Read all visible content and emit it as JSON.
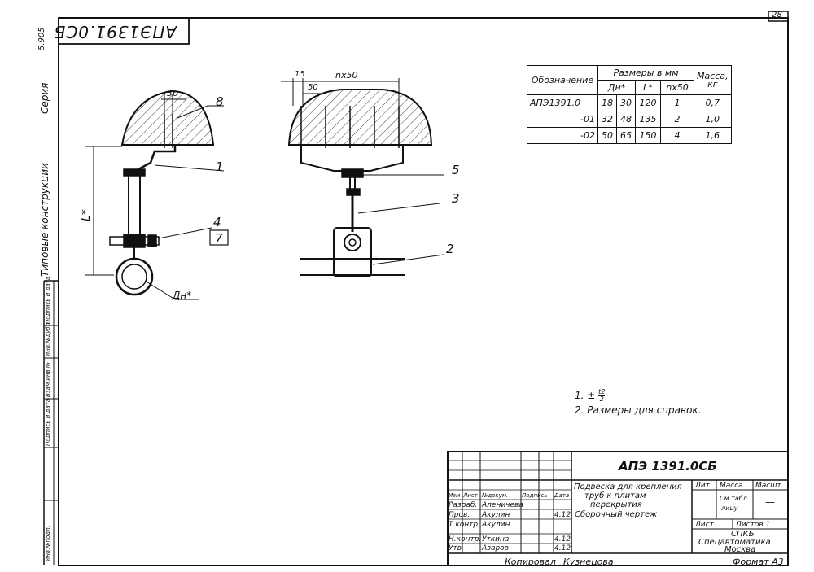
{
  "sheet": {
    "sheet_no": "28",
    "designation_rotated": "АПЭ1391.0СБ",
    "left_margin_top": "5.905",
    "series_label": "Серия",
    "series_title": "Типовые конструкции",
    "strip_labels": [
      "Инв.№подл.",
      "Подпись и дата",
      "Взам.инв.№",
      "Инв.№дубл.",
      "Подпись и дата"
    ]
  },
  "drawing": {
    "callouts": [
      "8",
      "1",
      "4",
      "7",
      "5",
      "3",
      "2"
    ],
    "dim_30": "30",
    "dim_15": "15",
    "dim_50": "50",
    "dim_nx50": "nx50",
    "dim_L": "L*",
    "dim_Dn": "Дн*"
  },
  "spec_table": {
    "col_designation": "Обозначение",
    "col_sizes": "Размеры в мм",
    "col_dn": "Дн*",
    "col_l": "L*",
    "col_nx50": "nx50",
    "col_mass": "Масса, кг",
    "rows": [
      {
        "designation": "АПЭ1391.0",
        "dn1": "18",
        "dn2": "30",
        "l": "120",
        "n": "1",
        "mass": "0,7"
      },
      {
        "designation": "-01",
        "dn1": "32",
        "dn2": "48",
        "l": "135",
        "n": "2",
        "mass": "1,0"
      },
      {
        "designation": "-02",
        "dn1": "50",
        "dn2": "65",
        "l": "150",
        "n": "4",
        "mass": "1,6"
      }
    ]
  },
  "notes": {
    "note1_prefix": "1. ±",
    "note1_fraction_top": "t2",
    "note1_fraction_bottom": "2",
    "note2": "2. Размеры для справок."
  },
  "title_block": {
    "doc_number": "АПЭ 1391.0СБ",
    "title_lines": [
      "Подвеска для крепления",
      "труб к плитам",
      "перекрытия",
      "Сборочный чертеж"
    ],
    "headers": [
      "Изм",
      "Лист",
      "№докум.",
      "Подпись",
      "Дата"
    ],
    "roles": [
      {
        "role": "Разраб.",
        "name": "Аленичева"
      },
      {
        "role": "Пров.",
        "name": "Акулин"
      },
      {
        "role": "Т.контр.",
        "name": "Акулин"
      },
      {
        "role": "Н.контр.",
        "name": "Уткина"
      },
      {
        "role": "Утв.",
        "name": "Азаров"
      }
    ],
    "dates": [
      "4.12",
      "4.12",
      "4.12"
    ],
    "lit_label": "Лит.",
    "mass_label": "Масса",
    "scale_label": "Масшт.",
    "mass_value": "См.табл.",
    "mass_value2": "лицу",
    "scale_value": "—",
    "sheet_label": "Лист",
    "sheets_label": "Листов 1",
    "org_line1": "СПКБ",
    "org_line2": "Спецавтоматика",
    "org_line3": "Москва"
  },
  "footer": {
    "copied": "Копировал",
    "copied_name": "Кузнецова",
    "format": "Формат А3"
  }
}
